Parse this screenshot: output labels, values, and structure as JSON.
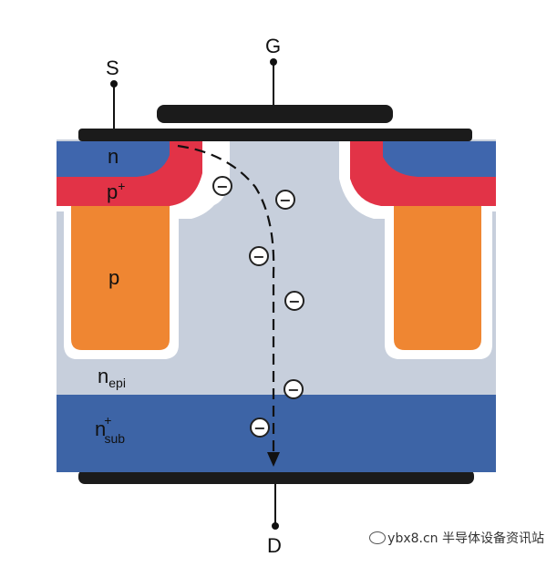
{
  "terminals": {
    "source": "S",
    "gate": "G",
    "drain": "D"
  },
  "regions": {
    "n": "n",
    "p_plus": "p",
    "p_plus_sup": "+",
    "p": "p",
    "n_epi": "n",
    "n_epi_sub": "epi",
    "n_sub": "n",
    "n_sub_sup": "+",
    "n_sub_sub": "sub"
  },
  "electron_symbol": "−",
  "watermark": "ybx8.cn 半导体设备资讯站",
  "colors": {
    "metal": "#1b1b1b",
    "epi": "#c7cfdc",
    "substrate": "#3d64a6",
    "n_source": "#3f66ad",
    "p_plus": "#e23347",
    "p_body": "#ef8632",
    "insulator": "#ffffff"
  }
}
